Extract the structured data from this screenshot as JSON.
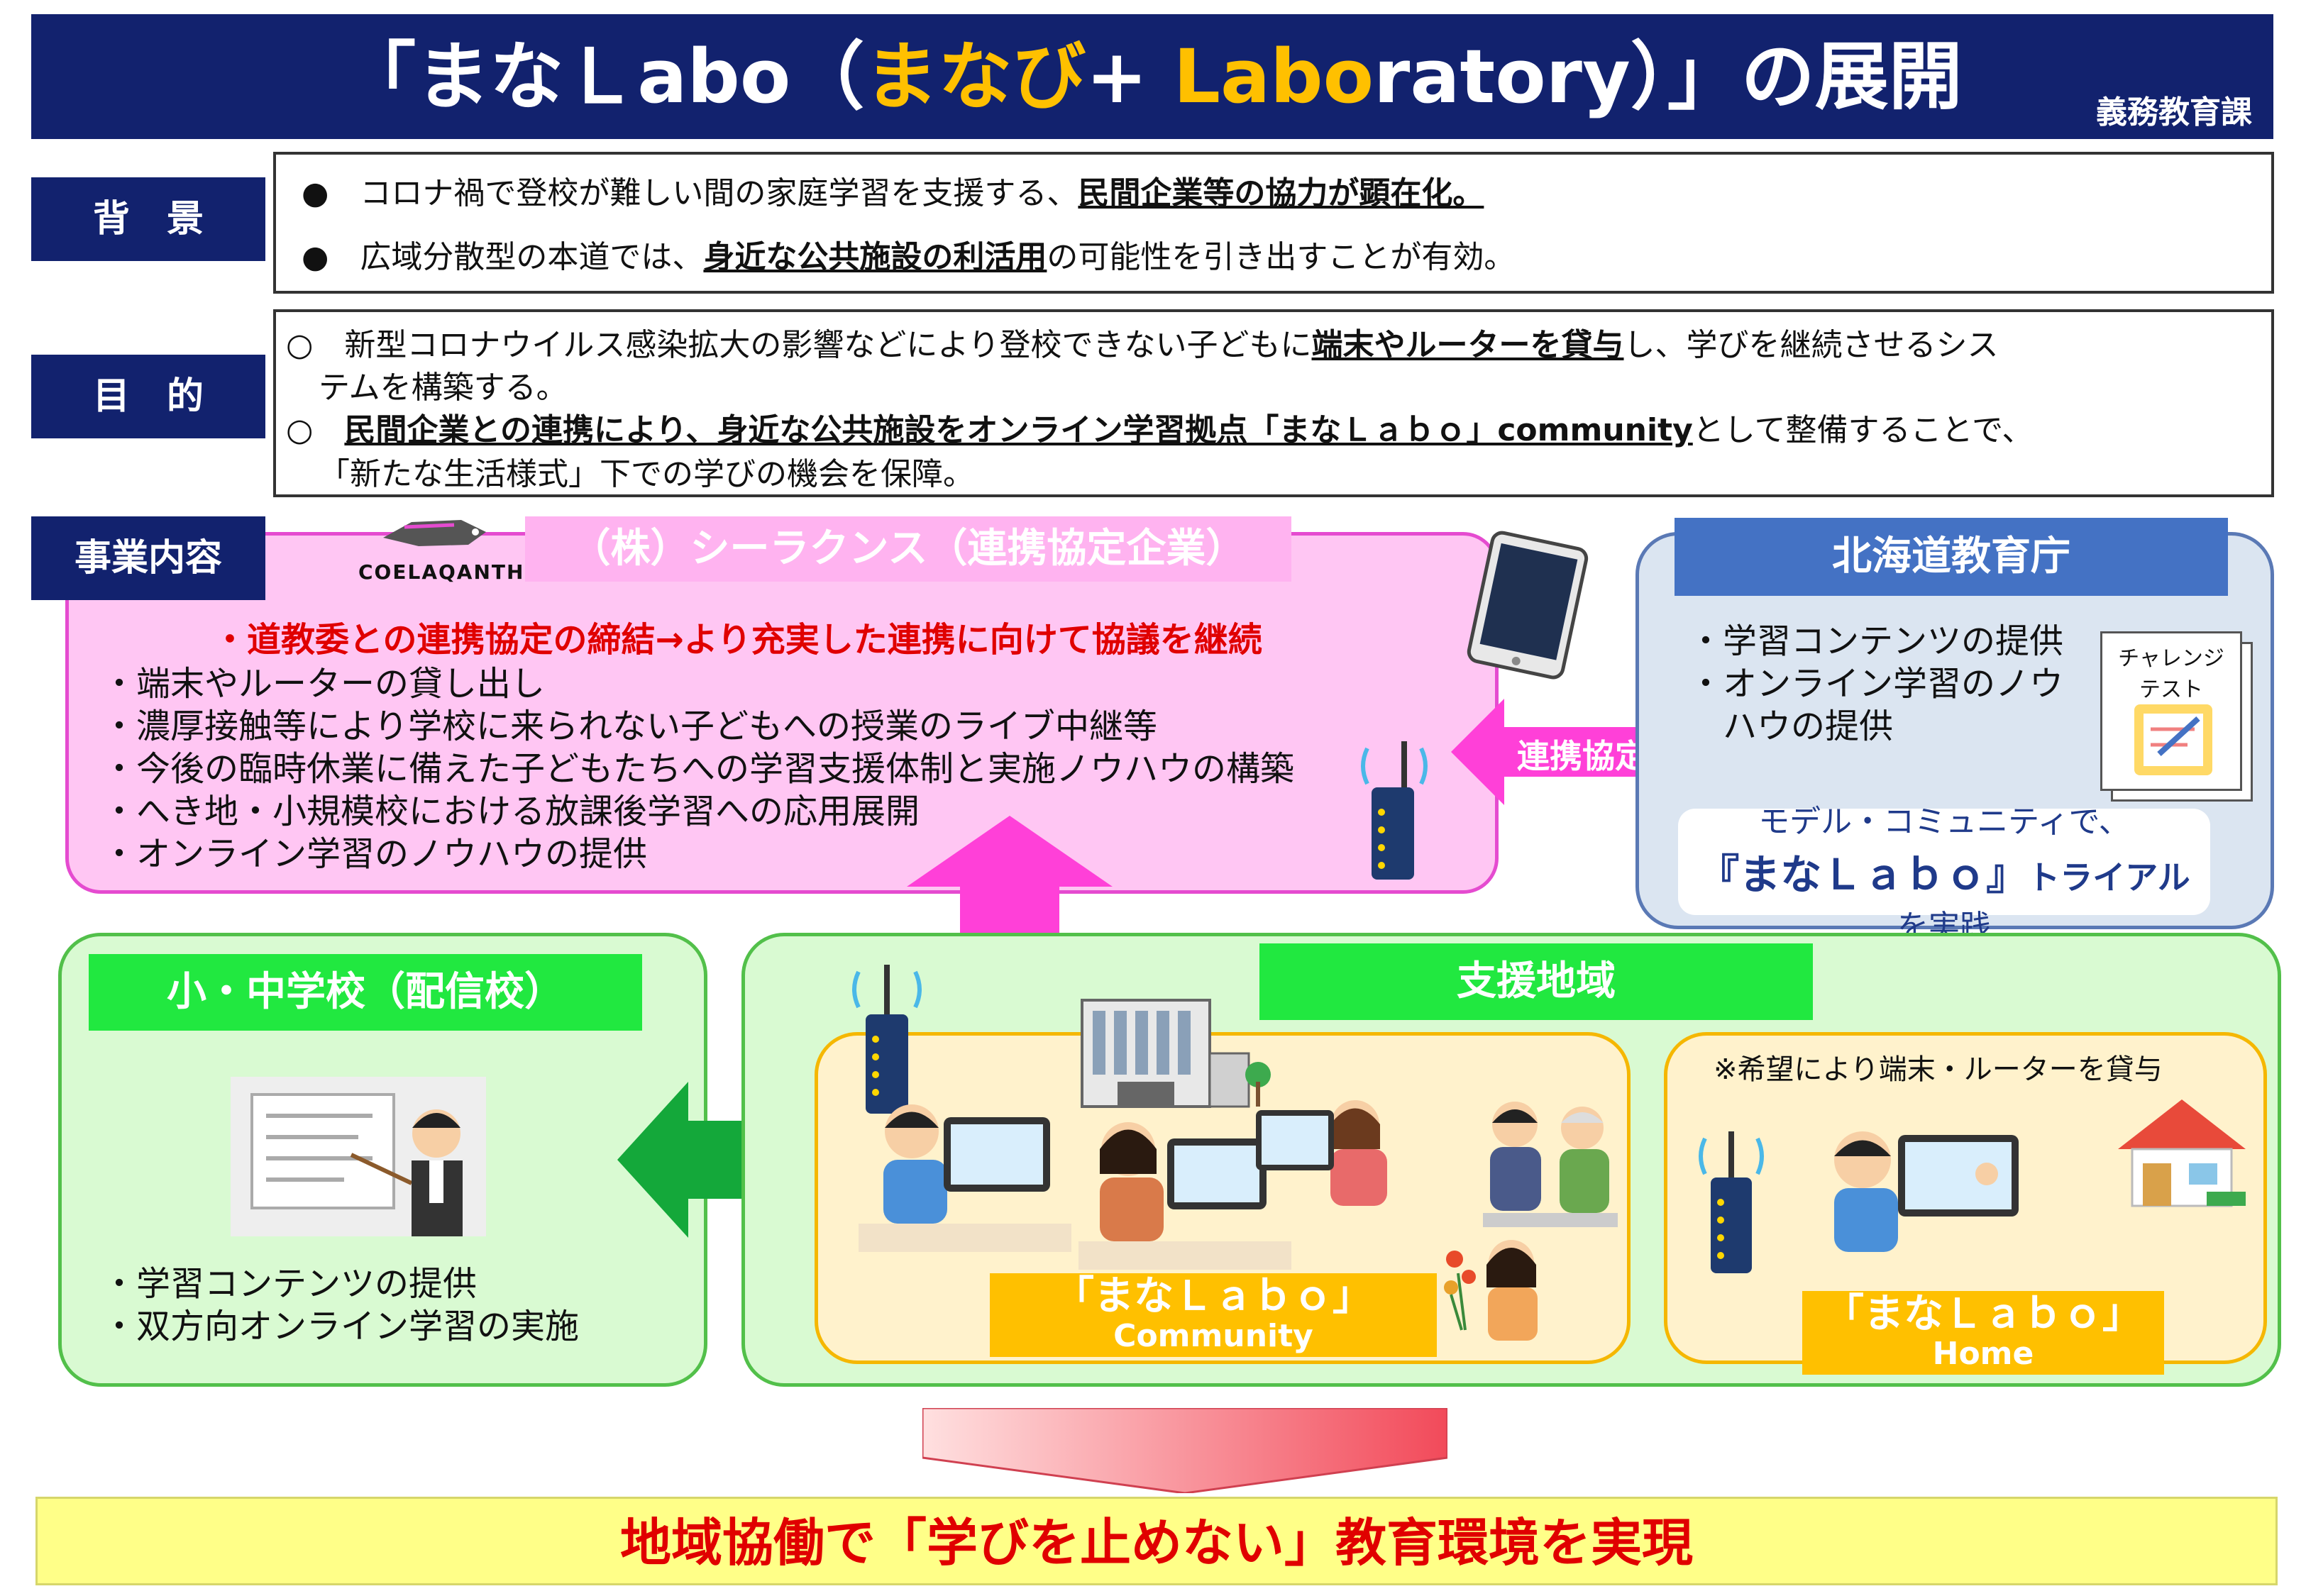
{
  "title": {
    "part1": "「まなＬabo（",
    "part2": "まなび",
    "part3": "+ ",
    "part4": "Labo",
    "part5": "ratory）」の展開",
    "department": "義務教育課"
  },
  "background": {
    "tab": "背　景",
    "bullet1": {
      "prefix": "●　コロナ禍で登校が難しい間の家庭学習を支援する、",
      "emph": "民間企業等の協力が顕在化。",
      "suffix": ""
    },
    "bullet2": {
      "prefix": "●　広域分散型の本道では、",
      "emph": "身近な公共施設の利活用",
      "suffix": "の可能性を引き出すことが有効。"
    }
  },
  "purpose": {
    "tab": "目　的",
    "line1": {
      "prefix": "○　新型コロナウイルス感染拡大の影響などにより登校できない子どもに",
      "emph": "端末やルーターを貸与",
      "suffix": "し、学びを継続させるシス"
    },
    "line2": "テムを構築する。",
    "line3": {
      "prefix": "○　",
      "emph": "民間企業との連携により、身近な公共施設をオンライン学習拠点「まなＬａｂｏ」community",
      "suffix": "として整備することで、"
    },
    "line4": "「新たな生活様式」下での学びの機会を保障。"
  },
  "business": {
    "tab": "事業内容",
    "coela": {
      "logo": "COELAQANTH",
      "header": "（株）シーラクンス（連携協定企業）",
      "highlight": "・道教委との連携協定の締結→より充実した連携に向けて協議を継続",
      "items": [
        "・端末やルーターの貸し出し",
        "・濃厚接触等により学校に来られない子どもへの授業のライブ中継等",
        "・今後の臨時休業に備えた子どもたちへの学習支援体制と実施ノウハウの構築",
        "・へき地・小規模校における放課後学習への応用展開",
        "・オンライン学習のノウハウの提供"
      ]
    },
    "agreement_label": "連携協定",
    "hokkaido": {
      "header": "北海道教育庁",
      "items": [
        "・学習コンテンツの提供",
        "・オンライン学習のノウ",
        "　ハウの提供"
      ],
      "challenge_card": [
        "チャレンジ",
        "テスト"
      ],
      "trial_line1": "モデル・コミュニティで、",
      "trial_line2": "『まなＬａｂｏ』",
      "trial_line2b": "トライアル",
      "trial_line3": "を実践"
    },
    "school": {
      "header": "小・中学校（配信校）",
      "items": [
        "・学習コンテンツの提供",
        "・双方向オンライン学習の実施"
      ]
    },
    "area": {
      "header": "支援地域",
      "note": "※希望により端末・ルーターを貸与",
      "community_label1": "「まなＬａｂｏ」",
      "community_label2": "Community",
      "home_label1": "「まなＬａｂｏ」",
      "home_label2": "Home"
    }
  },
  "conclusion": "地域協働で「学びを止めない」教育環境を実現",
  "colors": {
    "navy": "#12226e",
    "gold": "#ffc000",
    "pink_panel": "#ffc6f3",
    "magenta": "#ff40d8",
    "green": "#21e840",
    "red": "#e00000"
  }
}
